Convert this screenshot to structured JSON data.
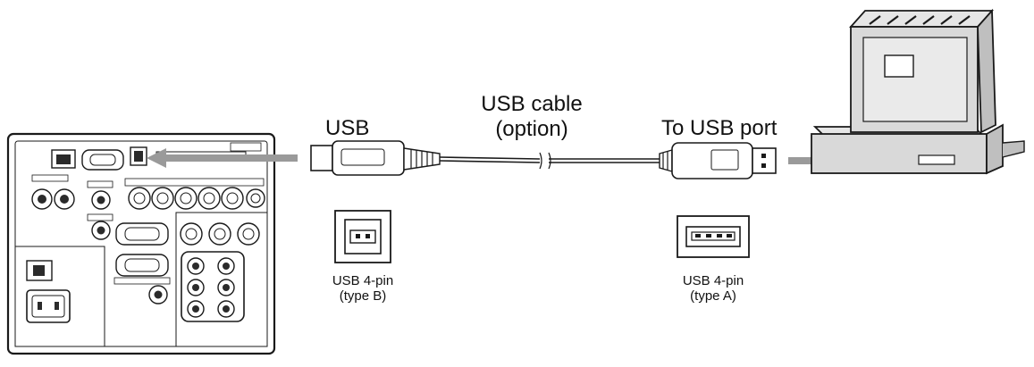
{
  "labels": {
    "usb": "USB",
    "cable_line1": "USB cable",
    "cable_line2": "(option)",
    "to_usb_port": "To USB port",
    "typeb_line1": "USB 4-pin",
    "typeb_line2": "(type B)",
    "typea_line1": "USB 4-pin",
    "typea_line2": "(type A)"
  },
  "colors": {
    "line": "#1a1a1a",
    "panel_fill": "#ffffff",
    "dark_fill": "#2b2b2b",
    "arrow": "#9a9a9a",
    "computer_fill": "#d9d9d9",
    "computer_shade": "#bfbfbf"
  }
}
